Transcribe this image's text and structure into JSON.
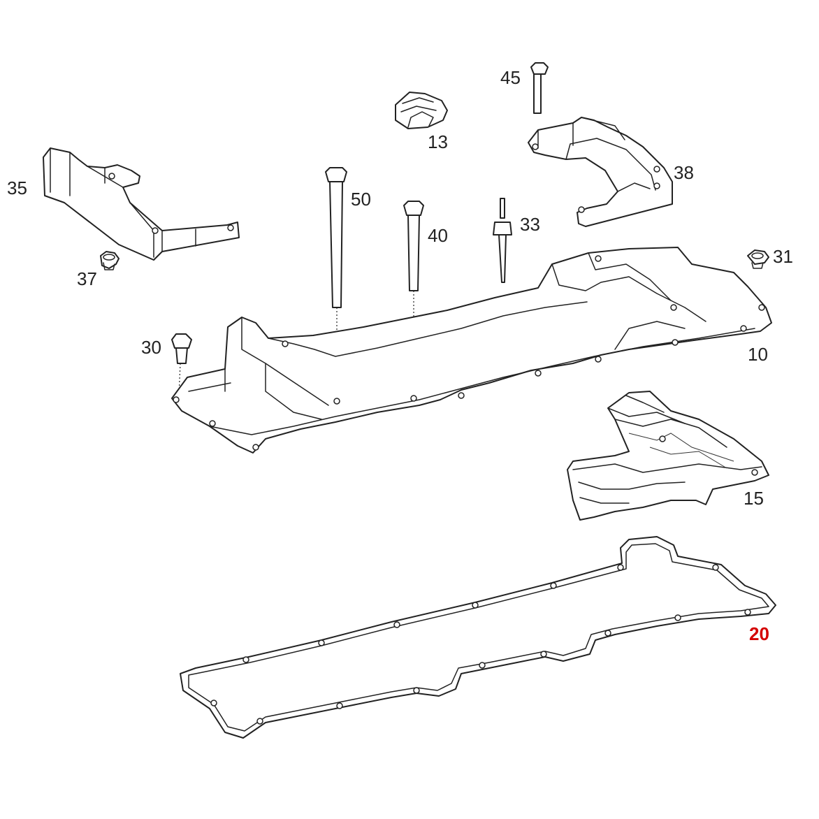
{
  "callouts": {
    "c35": "35",
    "c37": "37",
    "c13": "13",
    "c45": "45",
    "c38": "38",
    "c50": "50",
    "c40": "40",
    "c33": "33",
    "c31": "31",
    "c30": "30",
    "c10": "10",
    "c15": "15",
    "c20": "20"
  },
  "colors": {
    "line": "#222222",
    "highlight": "#d40000"
  },
  "highlighted_part": "20"
}
